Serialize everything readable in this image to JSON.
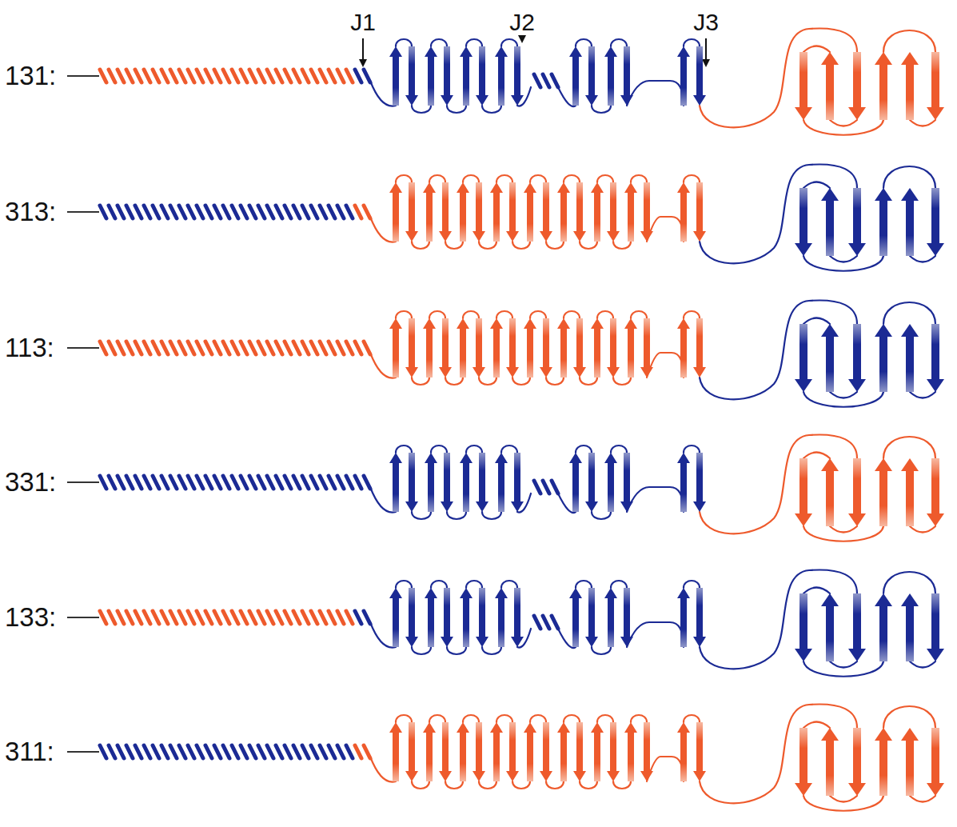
{
  "diagram": {
    "labels": [
      "J1",
      "J2",
      "J3",
      "131:",
      "313:",
      "113:",
      "331:",
      "133:",
      "311:"
    ]
  }
}
